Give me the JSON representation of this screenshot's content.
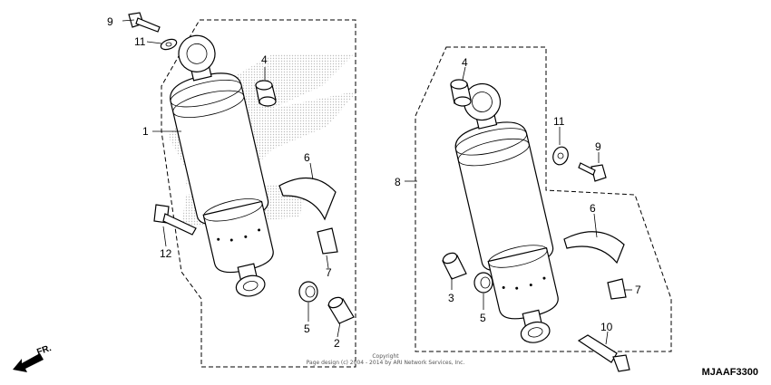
{
  "diagram": {
    "code": "MJAAF3300",
    "direction_label": "FR.",
    "copyright_line1": "Copyright",
    "copyright_line2": "Page design (c) 2004 - 2014 by ARI Network Services, Inc.",
    "callouts": {
      "c1": "1",
      "c2": "2",
      "c3": "3",
      "c4a": "4",
      "c4b": "4",
      "c5a": "5",
      "c5b": "5",
      "c6a": "6",
      "c6b": "6",
      "c7a": "7",
      "c7b": "7",
      "c8": "8",
      "c9a": "9",
      "c9b": "9",
      "c10": "10",
      "c11a": "11",
      "c11b": "11",
      "c12": "12"
    }
  }
}
